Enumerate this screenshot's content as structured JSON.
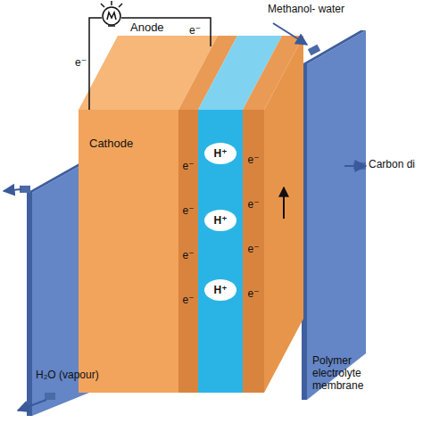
{
  "diagram": {
    "nodes": [
      {
        "text": [
          "Cathode"
        ]
      },
      {
        "text": [
          "H⁺"
        ]
      },
      {
        "text": [
          "H⁺"
        ]
      },
      {
        "text": [
          "H⁺"
        ]
      }
    ],
    "labels": [
      "Methanol- water",
      "e⁻",
      "Anode",
      "e⁻",
      "e⁻",
      "e⁻",
      "e⁻",
      "e⁻",
      "e⁻",
      "e⁻",
      "e⁻",
      "e⁻",
      "Carbon di",
      "H₂O (vapour)",
      "Polymer electrolyte membrane"
    ]
  }
}
